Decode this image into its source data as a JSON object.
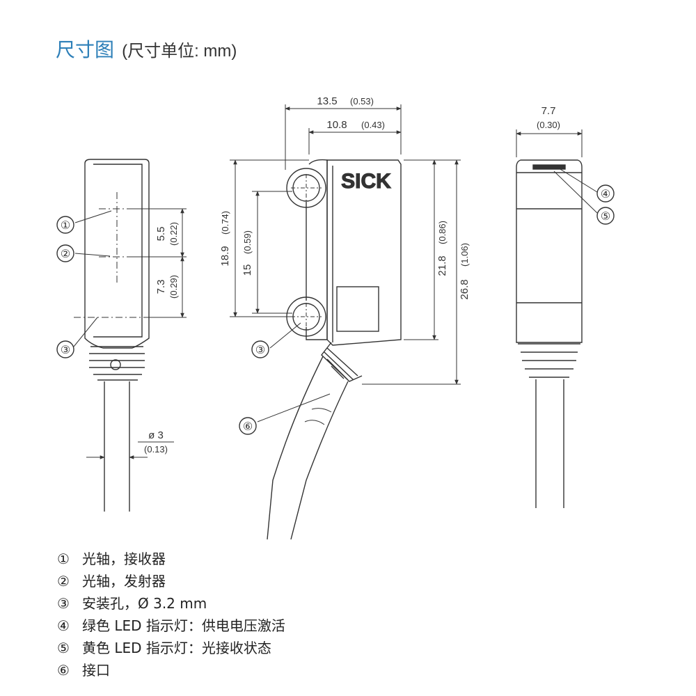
{
  "title": {
    "main": "尺寸图",
    "unit": "(尺寸单位:  mm)"
  },
  "brand": "SICK",
  "callouts": [
    "①",
    "②",
    "③",
    "④",
    "⑤",
    "⑥"
  ],
  "dimensions": {
    "d_5_5": {
      "main": "5.5",
      "sub": "(0.22)"
    },
    "d_7_3": {
      "main": "7.3",
      "sub": "(0.29)"
    },
    "d_dia3": {
      "main": "ø 3",
      "sub": "(0.13)"
    },
    "d_13_5": {
      "main": "13.5",
      "sub": "(0.53)"
    },
    "d_10_8": {
      "main": "10.8",
      "sub": "(0.43)"
    },
    "d_18_9": {
      "main": "18.9",
      "sub": "(0.74)"
    },
    "d_15": {
      "main": "15",
      "sub": "(0.59)"
    },
    "d_21_8": {
      "main": "21.8",
      "sub": "(0.86)"
    },
    "d_26_8": {
      "main": "26.8",
      "sub": "(1.06)"
    },
    "d_7_7": {
      "main": "7.7",
      "sub": "(0.30)"
    }
  },
  "legend": [
    {
      "num": "①",
      "text": "光轴，接收器"
    },
    {
      "num": "②",
      "text": "光轴，发射器"
    },
    {
      "num": "③",
      "text": "安装孔，Ø 3.2 mm"
    },
    {
      "num": "④",
      "text": "绿色 LED 指示灯：供电电压激活"
    },
    {
      "num": "⑤",
      "text": "黄色 LED 指示灯：光接收状态"
    },
    {
      "num": "⑥",
      "text": "接口"
    }
  ]
}
